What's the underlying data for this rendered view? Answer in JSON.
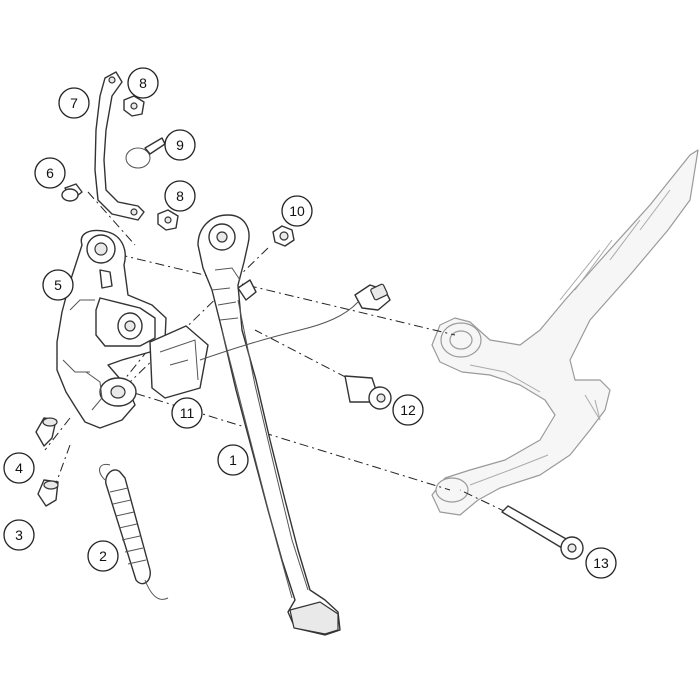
{
  "diagram": {
    "type": "exploded-parts-view",
    "callouts": [
      {
        "id": "c1",
        "label": "1"
      },
      {
        "id": "c2",
        "label": "2"
      },
      {
        "id": "c3",
        "label": "3"
      },
      {
        "id": "c4",
        "label": "4"
      },
      {
        "id": "c5",
        "label": "5"
      },
      {
        "id": "c6",
        "label": "6"
      },
      {
        "id": "c7",
        "label": "7"
      },
      {
        "id": "c8a",
        "label": "8"
      },
      {
        "id": "c8b",
        "label": "8"
      },
      {
        "id": "c9",
        "label": "9"
      },
      {
        "id": "c10",
        "label": "10"
      },
      {
        "id": "c11",
        "label": "11"
      },
      {
        "id": "c12",
        "label": "12"
      },
      {
        "id": "c13",
        "label": "13"
      }
    ]
  }
}
